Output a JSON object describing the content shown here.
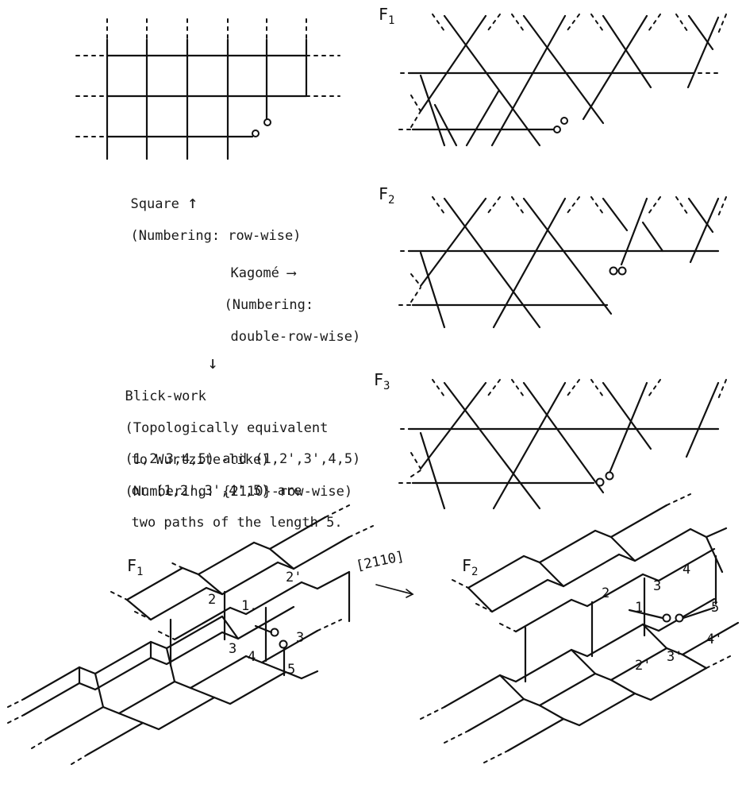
{
  "panels": {
    "f1_top": {
      "letter": "F",
      "sub": "1"
    },
    "f2_top": {
      "letter": "F",
      "sub": "2"
    },
    "f3_top": {
      "letter": "F",
      "sub": "3"
    },
    "f1_bottom": {
      "letter": "F",
      "sub": "1"
    },
    "f2_bottom": {
      "letter": "F",
      "sub": "2"
    }
  },
  "captions": {
    "square": {
      "title": "Square",
      "arrow": "↑",
      "numbering": "(Numbering: row-wise)"
    },
    "kagome": {
      "title": "Kagomé",
      "arrow": "⟶",
      "numbering_line1": "(Numbering:",
      "numbering_line2": "double-row-wise)"
    },
    "brick": {
      "arrow": "↓",
      "title": "Blick-work",
      "line2": "(Topologically equivalent",
      "line3": "to Wurtzite-like)",
      "line4": "(Numbering: {2110}-row-wise)"
    },
    "paths": {
      "line1": "(1,2.3,4,5) and (1,2',3',4,5)",
      "line2": "or (1,2',3',4',5) are",
      "line3": "two paths of the length 5."
    }
  },
  "direction_label": "[2110]",
  "f1_bottom_labels": [
    "2",
    "1.",
    "2'",
    "3",
    "3",
    "4",
    "5"
  ],
  "f2_bottom_labels": [
    "2",
    "3",
    "4",
    "1",
    "5",
    "2'",
    "3'",
    "4'"
  ]
}
